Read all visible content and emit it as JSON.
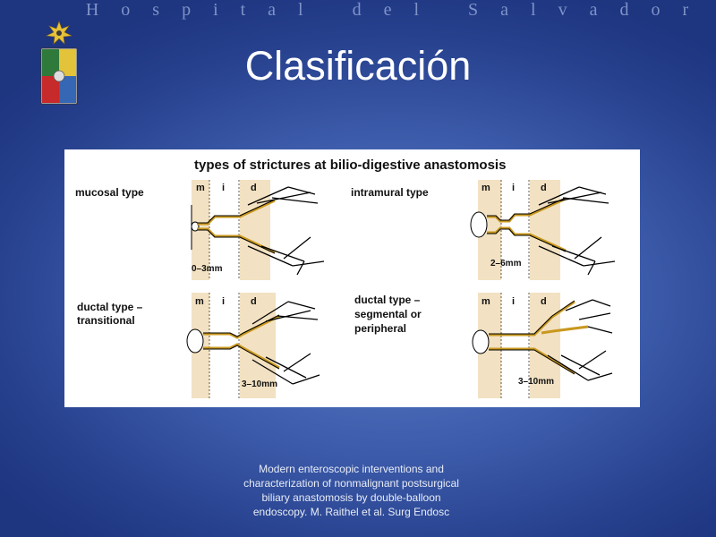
{
  "banner": "Hospital del Salvador",
  "title": "Clasificación",
  "figure": {
    "heading": "types of strictures at bilio-digestive anastomosis",
    "zone_labels": {
      "m": "m",
      "i": "i",
      "d": "d"
    },
    "types": [
      {
        "label_line1": "mucosal type",
        "label_line2": "",
        "size": "0–3mm"
      },
      {
        "label_line1": "intramural type",
        "label_line2": "",
        "size": "2–6mm"
      },
      {
        "label_line1": "ductal type –",
        "label_line2": "transitional",
        "size": "3–10mm"
      },
      {
        "label_line1": "ductal type –",
        "label_line2": "segmental or",
        "label_line3": "peripheral",
        "size": "3–10mm"
      }
    ]
  },
  "citation": "Modern enteroscopic interventions and characterization of nonmalignant postsurgical biliary anastomosis by double-balloon endoscopy. M. Raithel et al. Surg Endosc",
  "colors": {
    "zone_fill": "#f2e1c2",
    "duct": "#c9981e",
    "background": "#3f5fae"
  }
}
